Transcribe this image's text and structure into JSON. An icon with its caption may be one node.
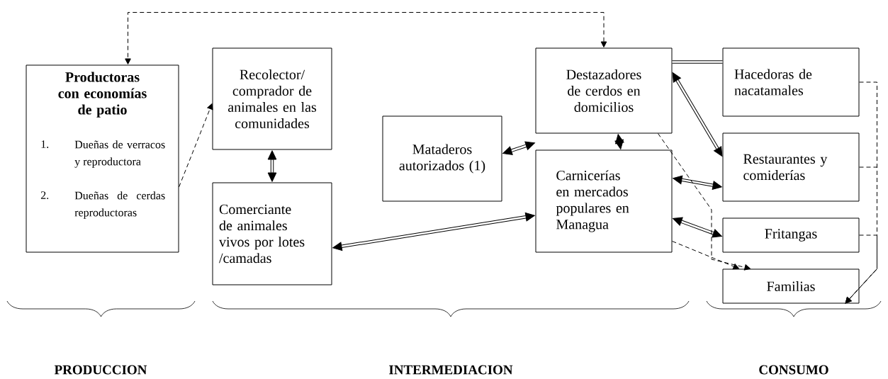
{
  "diagram": {
    "nodes": [
      {
        "text": [
          "Productoras con economías de patio",
          "1.",
          "Dueñas de verracos y reproductora",
          "2.",
          "Dueñas de cerdas reproductoras"
        ]
      },
      {
        "text": [
          "Recolector/ comprador de animales en las comunidades"
        ]
      },
      {
        "text": [
          "Comerciante de animales vivos por lotes /camadas"
        ]
      },
      {
        "text": [
          "Mataderos autorizados (1)"
        ]
      },
      {
        "text": [
          "Destazadores de cerdos en domicilios"
        ]
      },
      {
        "text": [
          "Carnicerías en mercados populares en Managua"
        ]
      },
      {
        "text": [
          "Hacedoras de nacatamales"
        ]
      },
      {
        "text": [
          "Restaurantes y comiderías"
        ]
      },
      {
        "text": [
          "Fritangas"
        ]
      },
      {
        "text": [
          "Familias"
        ]
      }
    ],
    "edges": [
      {
        "from": 4,
        "to": 0,
        "arrow": "both",
        "style": "dashed"
      },
      {
        "from": 0,
        "to": 1,
        "arrow": "to",
        "style": "dashed"
      },
      {
        "from": 1,
        "to": 2,
        "arrow": "both"
      },
      {
        "from": 3,
        "to": 5,
        "arrow": "both"
      },
      {
        "from": 2,
        "to": 5,
        "arrow": "both"
      },
      {
        "from": 4,
        "to": 5,
        "arrow": "both"
      },
      {
        "from": 4,
        "to": 7,
        "arrow": "both"
      },
      {
        "from": 5,
        "to": 7,
        "arrow": "both"
      },
      {
        "from": 5,
        "to": 8,
        "arrow": "both"
      },
      {
        "from": 4,
        "to": 6,
        "arrow": "none"
      },
      {
        "from": 4,
        "to": 9,
        "arrow": "to",
        "style": "dashed"
      },
      {
        "from": 5,
        "to": 9,
        "arrow": "to",
        "style": "dashed"
      },
      {
        "from": 6,
        "to": 9,
        "arrow": "to",
        "style": "dashed"
      },
      {
        "from": 7,
        "to": 9,
        "arrow": "to",
        "style": "dashed"
      },
      {
        "from": 8,
        "to": 9,
        "arrow": "to",
        "style": "dashed"
      }
    ],
    "labels": [
      "PRODUCCION",
      "INTERMEDIACION",
      "CONSUMO"
    ]
  }
}
